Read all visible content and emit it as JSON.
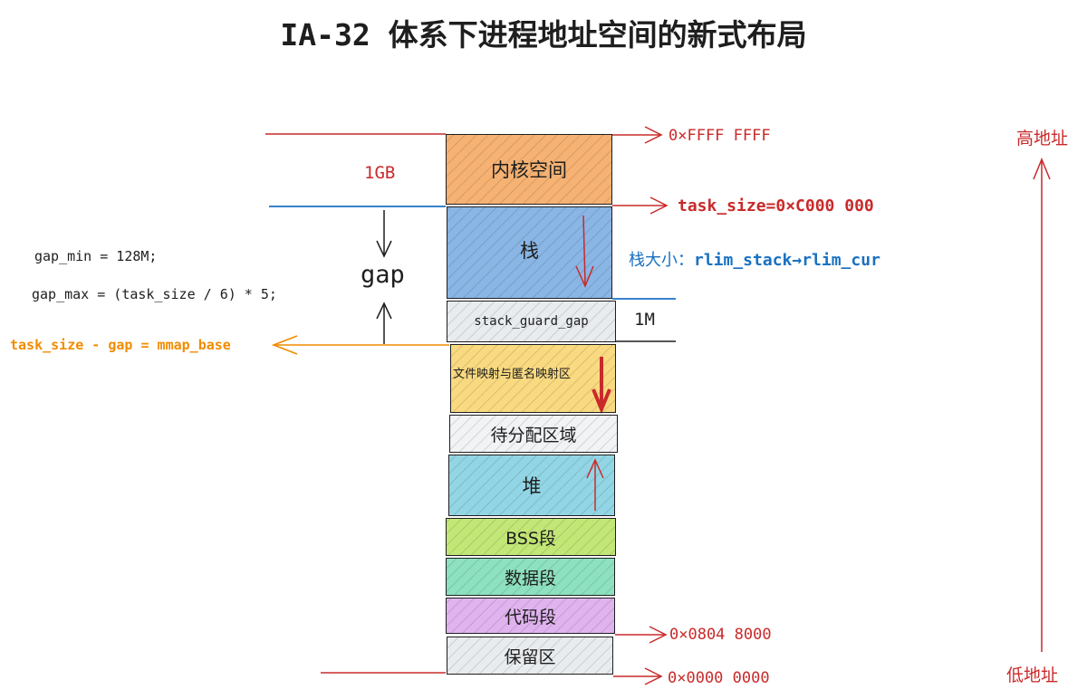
{
  "title": "IA-32 体系下进程地址空间的新式布局",
  "blocks": {
    "kernel": "内核空间",
    "stack": "栈",
    "guard": "stack_guard_gap",
    "mmap": "文件映射与匿名映射区",
    "unalloc": "待分配区域",
    "heap": "堆",
    "bss": "BSS段",
    "data": "数据段",
    "code": "代码段",
    "reserved": "保留区"
  },
  "labels": {
    "addr_top": "0×FFFF FFFF",
    "task_size": "task_size=0×C000 000",
    "stack_size": "栈大小：",
    "stack_size_expr": "rlim_stack→rlim_cur",
    "one_gb": "1GB",
    "gap": "gap",
    "gap_min": "gap_min = 128M;",
    "gap_max": "gap_max = (task_size / 6) * 5;",
    "mmap_base": "task_size - gap = mmap_base",
    "one_m": "1M",
    "addr_code": "0×0804 8000",
    "addr_zero": "0×0000 0000",
    "high_addr": "高地址",
    "low_addr": "低地址"
  },
  "colors": {
    "kernel": "#f5a55b",
    "stack": "#74a9e0",
    "guard": "#e9ecef",
    "mmap": "#f9d36b",
    "unalloc": "#f1f3f5",
    "heap": "#7fcfe0",
    "bss": "#b7e35e",
    "data": "#79dcb5",
    "code": "#dba6ec",
    "reserved": "#e9ecef",
    "red": "#c92a2a",
    "blue": "#1971c2",
    "orange": "#f08c00"
  }
}
